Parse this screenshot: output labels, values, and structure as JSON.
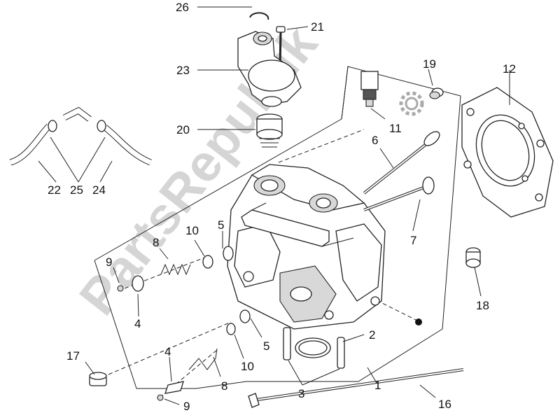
{
  "callouts": [
    {
      "id": "c1",
      "text": "1"
    },
    {
      "id": "c2",
      "text": "2"
    },
    {
      "id": "c3",
      "text": "3"
    },
    {
      "id": "c4a",
      "text": "4"
    },
    {
      "id": "c4b",
      "text": "4"
    },
    {
      "id": "c5a",
      "text": "5"
    },
    {
      "id": "c5b",
      "text": "5"
    },
    {
      "id": "c7",
      "text": "7"
    },
    {
      "id": "c6",
      "text": "6"
    },
    {
      "id": "c8a",
      "text": "8"
    },
    {
      "id": "c8b",
      "text": "8"
    },
    {
      "id": "c9a",
      "text": "9"
    },
    {
      "id": "c9b",
      "text": "9"
    },
    {
      "id": "c10a",
      "text": "10"
    },
    {
      "id": "c10b",
      "text": "10"
    },
    {
      "id": "c11",
      "text": "11"
    },
    {
      "id": "c12",
      "text": "12"
    },
    {
      "id": "c16",
      "text": "16"
    },
    {
      "id": "c17",
      "text": "17"
    },
    {
      "id": "c18",
      "text": "18"
    },
    {
      "id": "c19",
      "text": "19"
    },
    {
      "id": "c20",
      "text": "20"
    },
    {
      "id": "c21",
      "text": "21"
    },
    {
      "id": "c22",
      "text": "22"
    },
    {
      "id": "c23",
      "text": "23"
    },
    {
      "id": "c24",
      "text": "24"
    },
    {
      "id": "c25",
      "text": "25"
    },
    {
      "id": "c26",
      "text": "26"
    }
  ],
  "watermark": {
    "text": "PartsRepublik"
  }
}
